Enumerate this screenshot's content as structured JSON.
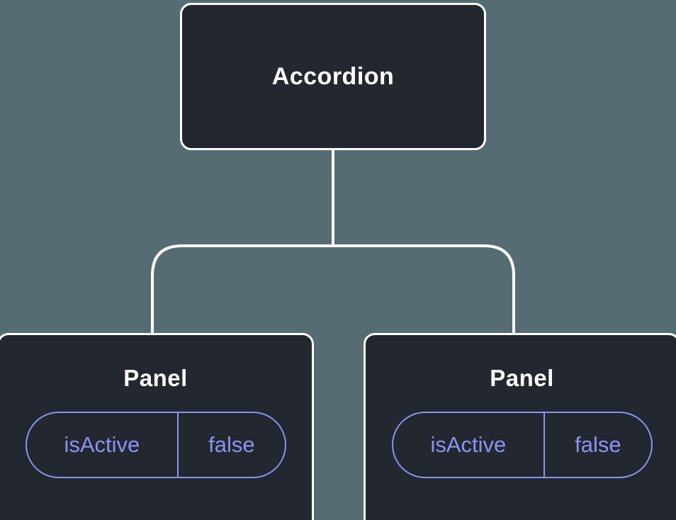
{
  "diagram": {
    "root": {
      "label": "Accordion"
    },
    "children": [
      {
        "label": "Panel",
        "prop": {
          "name": "isActive",
          "value": "false"
        }
      },
      {
        "label": "Panel",
        "prop": {
          "name": "isActive",
          "value": "false"
        }
      }
    ]
  },
  "colors": {
    "background": "#556d72",
    "node_fill": "#23272f",
    "node_border": "#ffffff",
    "prop_accent": "#8b93f1",
    "connector": "#ffffff"
  }
}
